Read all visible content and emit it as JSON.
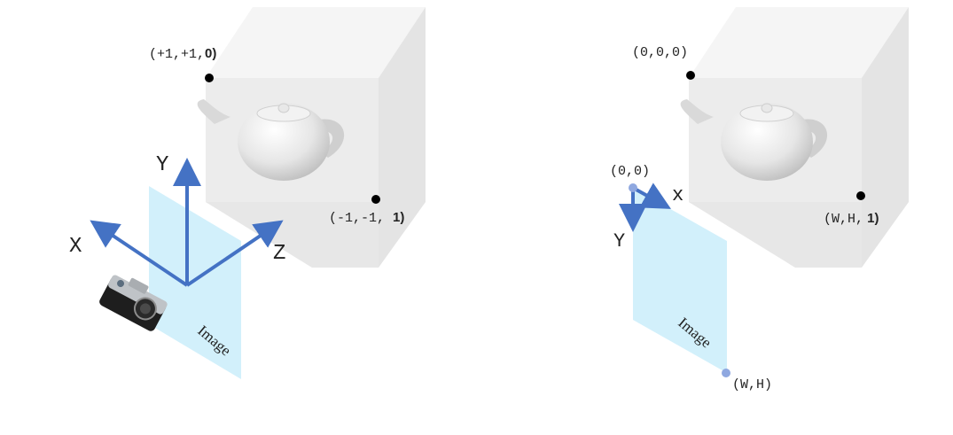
{
  "left_panel": {
    "corner_near_label_prefix": "(+1,+1,",
    "corner_near_label_last": "0)",
    "corner_far_label_prefix": "(-1,-1, ",
    "corner_far_label_last": "1)",
    "axis_x_label": "X",
    "axis_y_label": "Y",
    "axis_z_label": "Z",
    "image_plane_label": "Image"
  },
  "right_panel": {
    "corner_near_label": "(0,0,0)",
    "corner_far_label_prefix": "(W,H,",
    "corner_far_label_last": " 1)",
    "image_origin_label": "(0,0)",
    "image_end_label": "(W,H)",
    "axis_x_label": "x",
    "axis_y_label": "Y",
    "image_plane_label": "Image"
  },
  "colors": {
    "axis_blue": "#4472c4",
    "plane_blue": "#cdeefb",
    "point_blue": "#8fa8e0",
    "box_front": "#ececec",
    "box_top": "#f4f4f4",
    "box_side": "#e2e2e2"
  },
  "icons": [
    "camera-icon",
    "teapot-icon"
  ]
}
